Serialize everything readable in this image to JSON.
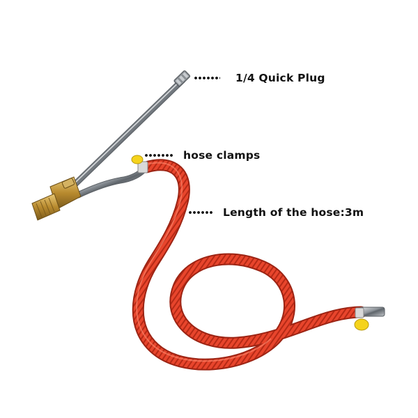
{
  "callouts": {
    "quick_plug": "1/4 Quick Plug",
    "hose_clamps": "hose clamps",
    "hose_length": "Length of the hose:3m"
  },
  "colors": {
    "background": "#ffffff",
    "hose": "#e8452c",
    "brass": "#c9a24a",
    "steel": "#9aa0a6",
    "clamp": "#f5d31c",
    "text": "#111111"
  },
  "icons": {
    "leader": "dotted-leader-line"
  }
}
